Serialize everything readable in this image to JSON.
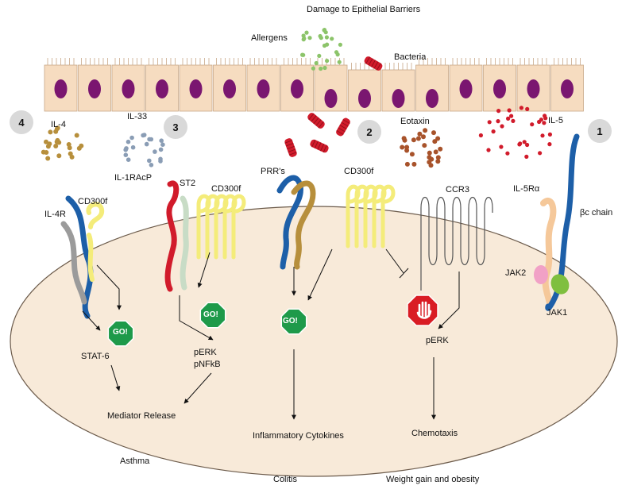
{
  "title": "Damage to Epithelial Barriers",
  "stimuli": {
    "allergens": "Allergens",
    "bacteria": "Bacteria",
    "il4": "IL-4",
    "il33": "IL-33",
    "eotaxin": "Eotaxin",
    "il5": "IL-5"
  },
  "receptors": {
    "il4r": "IL-4R",
    "cd300f_1": "CD300f",
    "il1racp": "IL-1RAcP",
    "st2": "ST2",
    "cd300f_2": "CD300f",
    "prrs": "PRR's",
    "cd300f_3": "CD300f",
    "ccr3": "CCR3",
    "il5ra": "IL-5Rα",
    "bc_chain": "βc chain",
    "jak2": "JAK2",
    "jak1": "JAK1"
  },
  "badges": [
    "4",
    "3",
    "2",
    "1"
  ],
  "signals": {
    "go": "GO!",
    "stat6": "STAT-6",
    "perk_pnfkb_1": "pERK",
    "perk_pnfkb_2": "pNFkB",
    "perk": "pERK"
  },
  "outcomes": {
    "mediator_release": "Mediator Release",
    "inflammatory_cytokines": "Inflammatory Cytokines",
    "chemotaxis": "Chemotaxis"
  },
  "diseases": {
    "asthma": "Asthma",
    "colitis": "Colitis",
    "weight_gain": "Weight gain and obesity"
  },
  "colors": {
    "epithelium": "#f6dcc0",
    "nucleus": "#7a1670",
    "cell_fill": "#f8ead9",
    "allergen": "#8cc46a",
    "bacteria": "#d11b2b",
    "il4": "#b78f3c",
    "il33": "#8a9db5",
    "eotaxin": "#a8532b",
    "il5": "#d11b2b",
    "cd300f": "#f4ec7a",
    "go": "#1e9a4a",
    "stop": "#d91c24"
  }
}
